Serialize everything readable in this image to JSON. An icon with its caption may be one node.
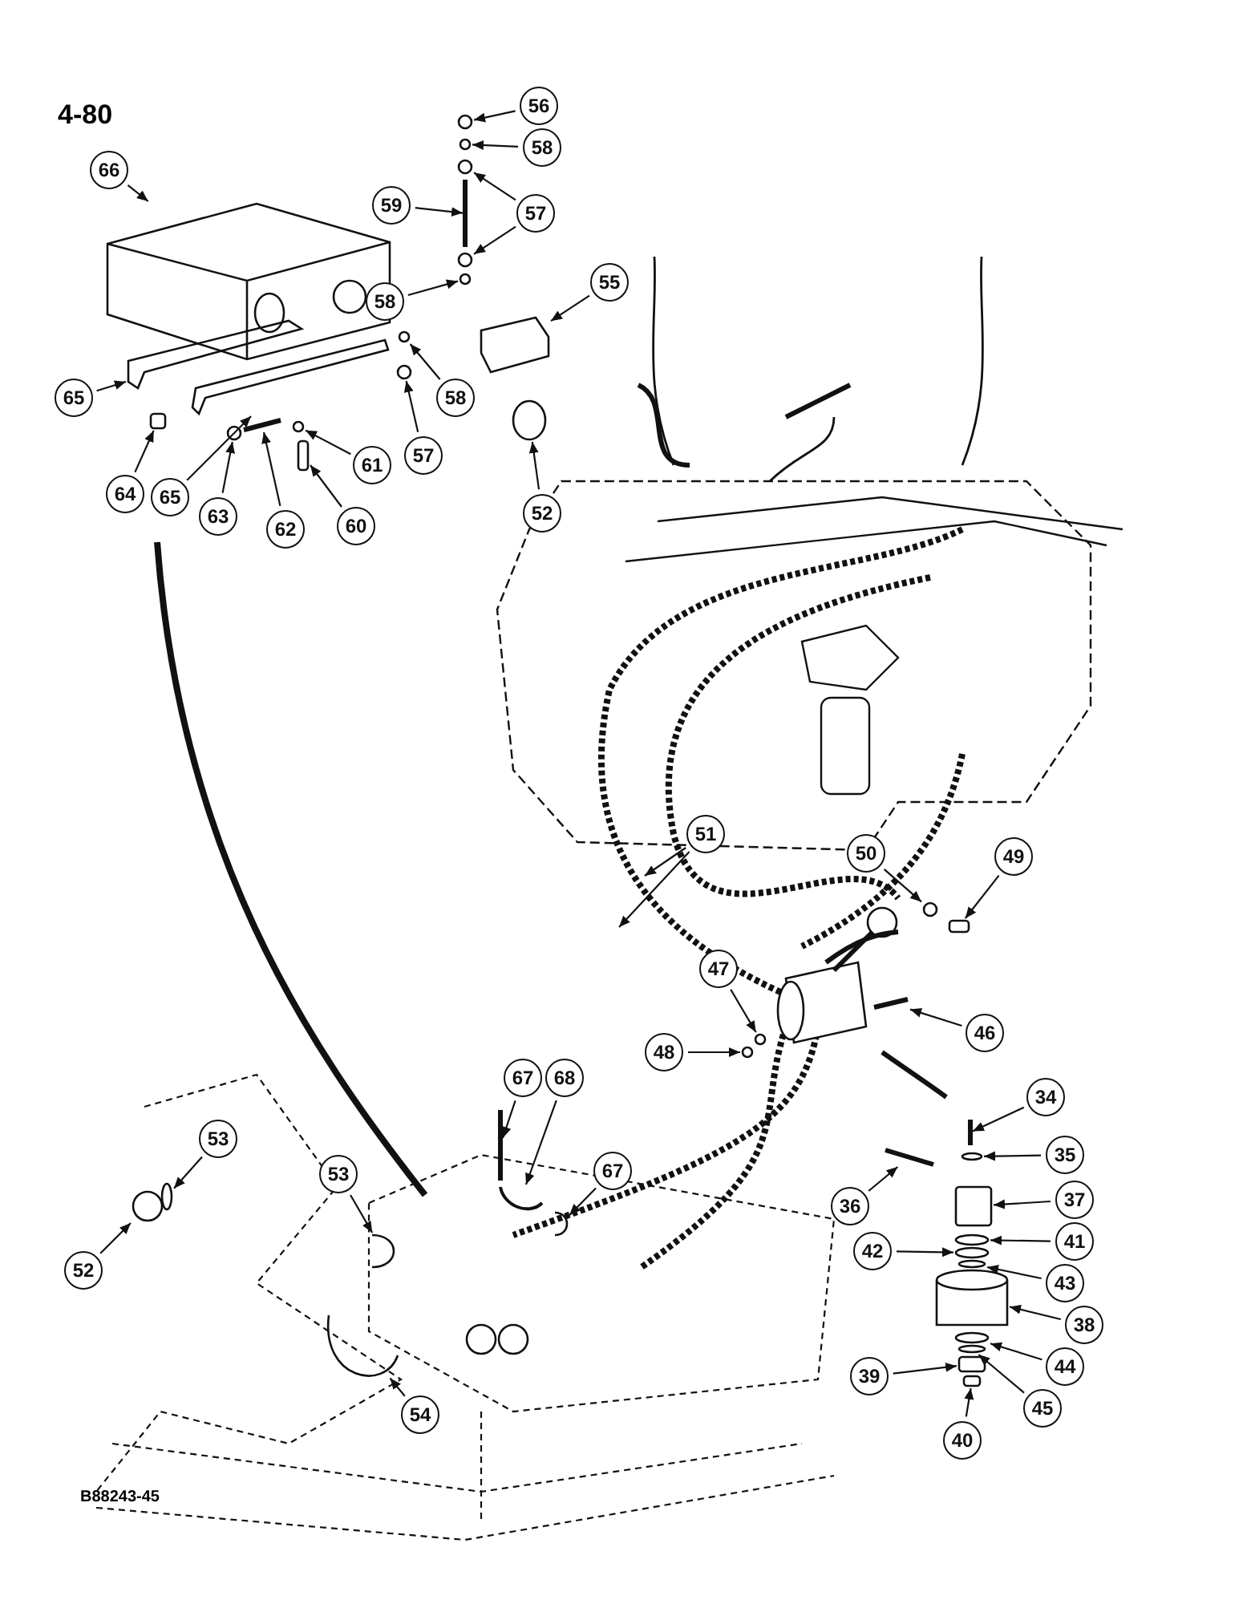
{
  "diagram": {
    "title": "4-80",
    "nodes": [
      {
        "text": [
          "56"
        ]
      },
      {
        "text": [
          "58"
        ]
      },
      {
        "text": [
          "66"
        ]
      },
      {
        "text": [
          "59"
        ]
      },
      {
        "text": [
          "57"
        ]
      },
      {
        "text": [
          "58"
        ]
      },
      {
        "text": [
          "55"
        ]
      },
      {
        "text": [
          "58"
        ]
      },
      {
        "text": [
          "65"
        ]
      },
      {
        "text": [
          "57"
        ]
      },
      {
        "text": [
          "52"
        ]
      },
      {
        "text": [
          "61"
        ]
      },
      {
        "text": [
          "64"
        ]
      },
      {
        "text": [
          "65"
        ]
      },
      {
        "text": [
          "63"
        ]
      },
      {
        "text": [
          "62"
        ]
      },
      {
        "text": [
          "60"
        ]
      },
      {
        "text": [
          "51"
        ]
      },
      {
        "text": [
          "50"
        ]
      },
      {
        "text": [
          "49"
        ]
      },
      {
        "text": [
          "46"
        ]
      },
      {
        "text": [
          "47"
        ]
      },
      {
        "text": [
          "48"
        ]
      },
      {
        "text": [
          "67"
        ]
      },
      {
        "text": [
          "68"
        ]
      },
      {
        "text": [
          "34"
        ]
      },
      {
        "text": [
          "53"
        ]
      },
      {
        "text": [
          "53"
        ]
      },
      {
        "text": [
          "67"
        ]
      },
      {
        "text": [
          "35"
        ]
      },
      {
        "text": [
          "36"
        ]
      },
      {
        "text": [
          "37"
        ]
      },
      {
        "text": [
          "52"
        ]
      },
      {
        "text": [
          "41"
        ]
      },
      {
        "text": [
          "42"
        ]
      },
      {
        "text": [
          "43"
        ]
      },
      {
        "text": [
          "38"
        ]
      },
      {
        "text": [
          "44"
        ]
      },
      {
        "text": [
          "39"
        ]
      },
      {
        "text": [
          "45"
        ]
      },
      {
        "text": [
          "54"
        ]
      },
      {
        "text": [
          "40"
        ]
      },
      {
        "text": [],
        "shape": "circle"
      },
      {
        "text": [],
        "shape": "circle"
      },
      {
        "text": [],
        "shape": "picture"
      },
      {
        "text": [],
        "shape": "bar"
      },
      {
        "text": [],
        "shape": "circle"
      },
      {
        "text": [],
        "shape": "circle"
      },
      {
        "text": [],
        "shape": "circle"
      },
      {
        "text": [],
        "shape": "picture"
      },
      {
        "text": [],
        "shape": "circle"
      },
      {
        "text": [],
        "shape": "picture"
      },
      {
        "text": [],
        "shape": "circle"
      },
      {
        "text": [],
        "shape": "circle"
      },
      {
        "text": [],
        "shape": "circle"
      },
      {
        "text": [],
        "shape": "box"
      },
      {
        "text": [],
        "shape": "picture"
      },
      {
        "text": [],
        "shape": "circle"
      },
      {
        "text": [],
        "shape": "bar"
      },
      {
        "text": [],
        "shape": "box"
      },
      {
        "text": [],
        "shape": "circle"
      },
      {
        "text": [],
        "shape": "box"
      },
      {
        "text": [],
        "shape": "bar"
      },
      {
        "text": [],
        "shape": "circle"
      },
      {
        "text": [],
        "shape": "circle"
      },
      {
        "text": [],
        "shape": "bar"
      },
      {
        "text": [],
        "shape": "picture"
      },
      {
        "text": [],
        "shape": "bar"
      },
      {
        "text": [],
        "shape": "circle"
      },
      {
        "text": [],
        "shape": "picture"
      },
      {
        "text": [],
        "shape": "picture"
      },
      {
        "text": [],
        "shape": "circle"
      },
      {
        "text": [],
        "shape": "bar"
      },
      {
        "text": [],
        "shape": "box"
      },
      {
        "text": [],
        "shape": "circle"
      },
      {
        "text": [],
        "shape": "circle"
      },
      {
        "text": [],
        "shape": "circle"
      },
      {
        "text": [],
        "shape": "circle"
      },
      {
        "text": [],
        "shape": "cylinder"
      },
      {
        "text": [],
        "shape": "circle"
      },
      {
        "text": [],
        "shape": "box"
      },
      {
        "text": [],
        "shape": "circle"
      },
      {
        "text": [],
        "shape": "picture"
      },
      {
        "text": [],
        "shape": "box"
      }
    ],
    "edges": [
      {
        "from": 0,
        "to": 42,
        "arrow": "to"
      },
      {
        "from": 1,
        "to": 43,
        "arrow": "to"
      },
      {
        "from": 2,
        "to": 44,
        "arrow": "to"
      },
      {
        "from": 3,
        "to": 45,
        "arrow": "to"
      },
      {
        "from": 4,
        "to": 46,
        "arrow": "to"
      },
      {
        "from": 4,
        "to": 47,
        "arrow": "to"
      },
      {
        "from": 5,
        "to": 48,
        "arrow": "to"
      },
      {
        "from": 6,
        "to": 49,
        "arrow": "to"
      },
      {
        "from": 7,
        "to": 50,
        "arrow": "to"
      },
      {
        "from": 8,
        "to": 51,
        "arrow": "to"
      },
      {
        "from": 9,
        "to": 52,
        "arrow": "to"
      },
      {
        "from": 10,
        "to": 53,
        "arrow": "to"
      },
      {
        "from": 11,
        "to": 54,
        "arrow": "to"
      },
      {
        "from": 12,
        "to": 55,
        "arrow": "to"
      },
      {
        "from": 13,
        "to": 56,
        "arrow": "to"
      },
      {
        "from": 14,
        "to": 57,
        "arrow": "to"
      },
      {
        "from": 15,
        "to": 58,
        "arrow": "to"
      },
      {
        "from": 16,
        "to": 59,
        "arrow": "to"
      },
      {
        "from": 17,
        "to": null,
        "arrow": "to"
      },
      {
        "from": 17,
        "to": null,
        "arrow": "to"
      },
      {
        "from": 18,
        "to": 60,
        "arrow": "to"
      },
      {
        "from": 19,
        "to": 61,
        "arrow": "to"
      },
      {
        "from": 20,
        "to": 62,
        "arrow": "to"
      },
      {
        "from": 21,
        "to": 63,
        "arrow": "to"
      },
      {
        "from": 22,
        "to": 64,
        "arrow": "to"
      },
      {
        "from": 23,
        "to": 65,
        "arrow": "to"
      },
      {
        "from": 24,
        "to": 66,
        "arrow": "to"
      },
      {
        "from": 25,
        "to": 67,
        "arrow": "to"
      },
      {
        "from": 26,
        "to": 68,
        "arrow": "to"
      },
      {
        "from": 27,
        "to": 69,
        "arrow": "to"
      },
      {
        "from": 28,
        "to": 70,
        "arrow": "to"
      },
      {
        "from": 29,
        "to": 71,
        "arrow": "to"
      },
      {
        "from": 30,
        "to": 72,
        "arrow": "to"
      },
      {
        "from": 31,
        "to": 73,
        "arrow": "to"
      },
      {
        "from": 32,
        "to": 74,
        "arrow": "to"
      },
      {
        "from": 33,
        "to": 75,
        "arrow": "to"
      },
      {
        "from": 34,
        "to": 76,
        "arrow": "to"
      },
      {
        "from": 35,
        "to": 77,
        "arrow": "to"
      },
      {
        "from": 36,
        "to": 78,
        "arrow": "to"
      },
      {
        "from": 37,
        "to": 79,
        "arrow": "to"
      },
      {
        "from": 38,
        "to": 80,
        "arrow": "to"
      },
      {
        "from": 39,
        "to": 81,
        "arrow": "to"
      },
      {
        "from": 40,
        "to": 82,
        "arrow": "to"
      },
      {
        "from": 41,
        "to": 83,
        "arrow": "to"
      }
    ],
    "labels": [
      "B88243-45"
    ]
  }
}
